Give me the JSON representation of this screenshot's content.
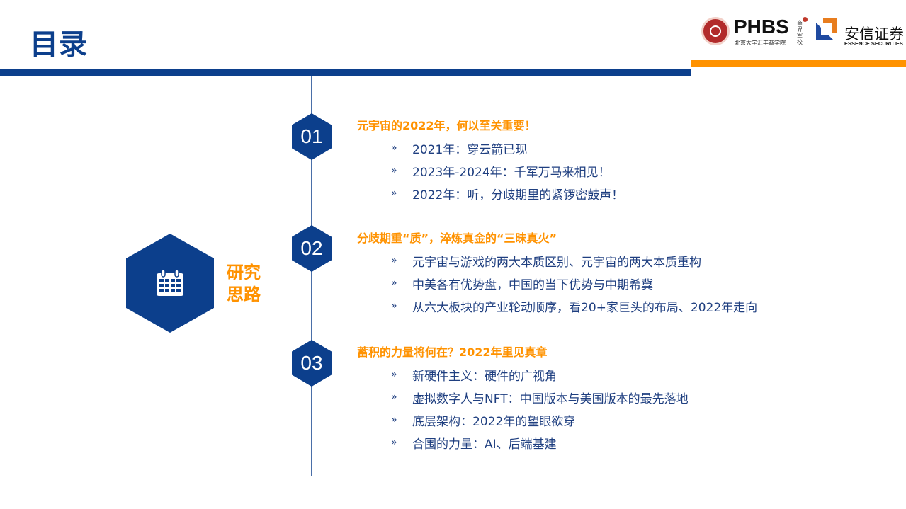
{
  "header": {
    "title": "目录",
    "logos": {
      "phbs": {
        "name": "PHBS",
        "subtitle": "北京大学汇丰商学院",
        "calligraphy": "商界军校"
      },
      "essence": {
        "name_cn": "安信证券",
        "name_en": "ESSENCE SECURITIES"
      }
    }
  },
  "colors": {
    "primary_blue": "#0c3f8c",
    "accent_orange": "#ff9200",
    "text_blue": "#1f3f80"
  },
  "side": {
    "icon": "calendar-icon",
    "label_line1": "研究",
    "label_line2": "思路"
  },
  "sections": [
    {
      "number": "01",
      "title": "元宇宙的2022年，何以至关重要！",
      "bullet": "»",
      "items": [
        "2021年：穿云箭已现",
        "2023年-2024年：千军万马来相见！",
        "2022年：听，分歧期里的紧锣密鼓声！"
      ]
    },
    {
      "number": "02",
      "title": "分歧期重“质”，淬炼真金的“三昧真火”",
      "bullet": "»",
      "items": [
        "元宇宙与游戏的两大本质区别、元宇宙的两大本质重构",
        "中美各有优势盘，中国的当下优势与中期希冀",
        "从六大板块的产业轮动顺序，看20+家巨头的布局、2022年走向"
      ]
    },
    {
      "number": "03",
      "title": "蓄积的力量将何在？2022年里见真章",
      "bullet": "»",
      "items": [
        "新硬件主义：硬件的广视角",
        "虚拟数字人与NFT：中国版本与美国版本的最先落地",
        "底层架构：2022年的望眼欲穿",
        "合围的力量：AI、后端基建"
      ]
    }
  ]
}
